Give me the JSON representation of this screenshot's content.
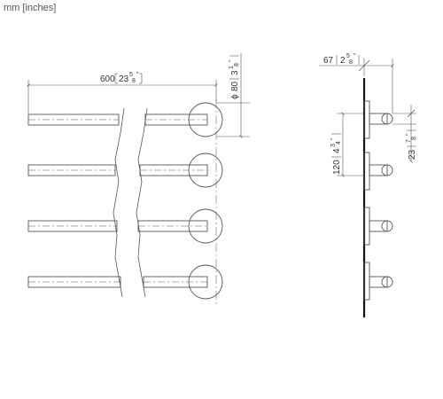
{
  "units_label": "mm [inches]",
  "front_view": {
    "width_mm": "600",
    "width_in_whole": "23",
    "width_in_num": "5",
    "width_in_den": "8",
    "diameter_symbol": "ϕ",
    "diameter_mm": "80",
    "diameter_in_whole": "3",
    "diameter_in_num": "1",
    "diameter_in_den": "8"
  },
  "side_view": {
    "depth_mm": "67",
    "depth_in_whole": "2",
    "depth_in_num": "5",
    "depth_in_den": "8",
    "spacing_mm": "120",
    "spacing_in_whole": "4",
    "spacing_in_num": "3",
    "spacing_in_den": "4",
    "bar_mm": "23",
    "bar_in_num": "7",
    "bar_in_den": "8"
  },
  "colors": {
    "line": "#555555",
    "plate": "#111111",
    "text": "#333333"
  }
}
